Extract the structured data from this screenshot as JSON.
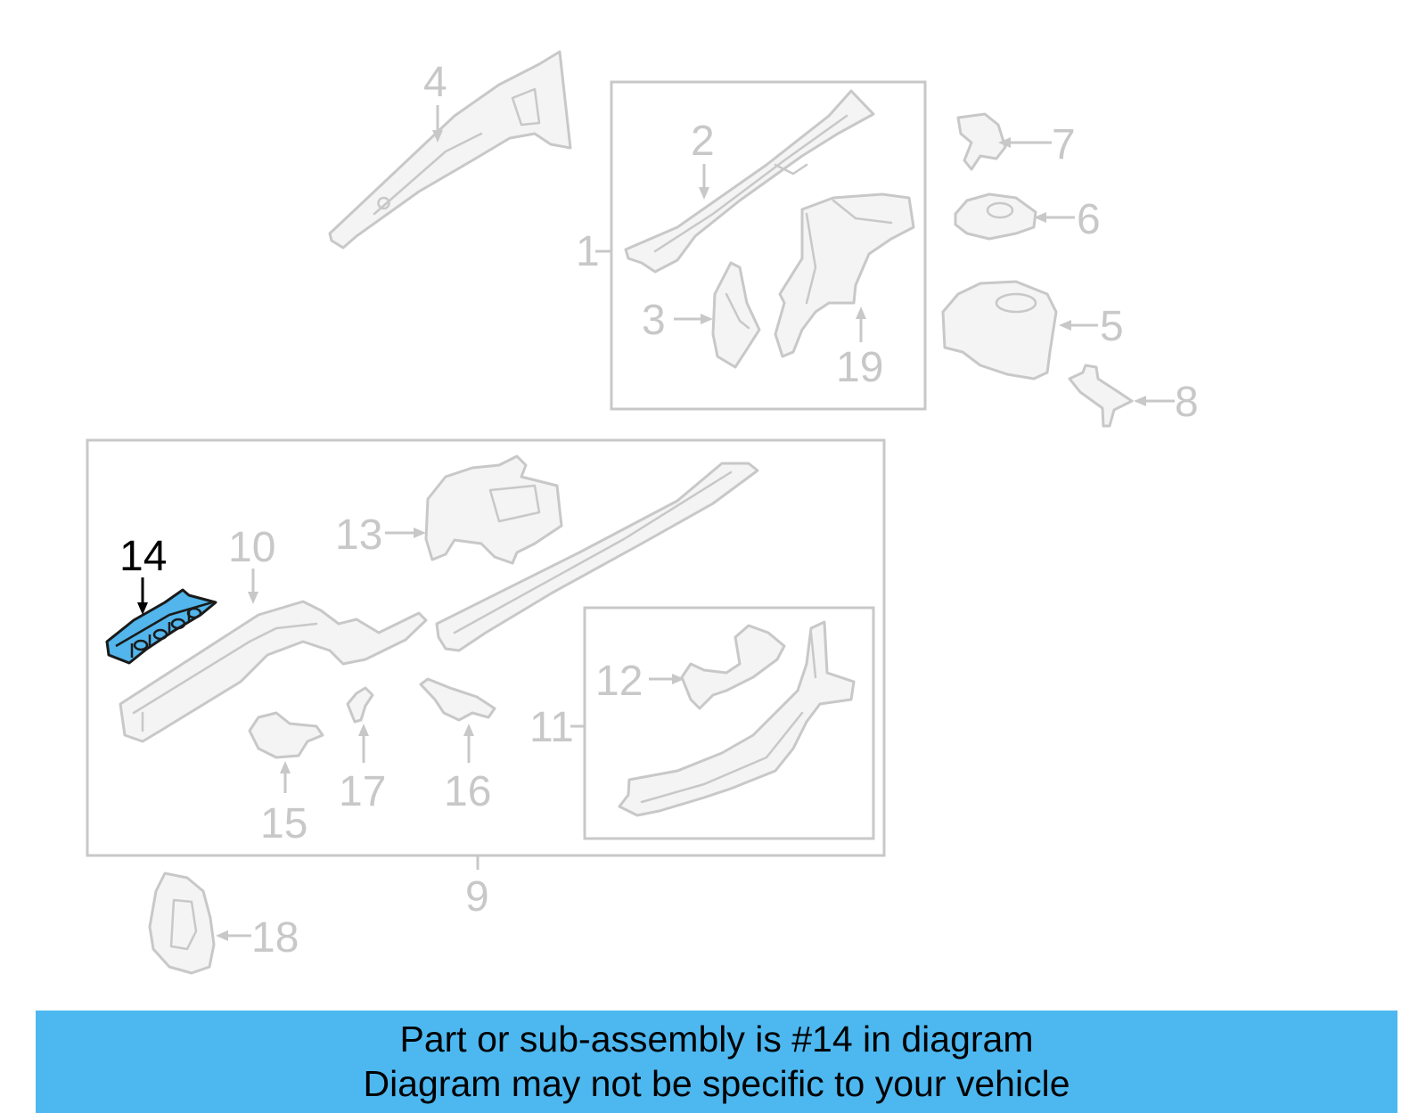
{
  "diagram": {
    "callouts": {
      "c1": "1",
      "c2": "2",
      "c3": "3",
      "c4": "4",
      "c5": "5",
      "c6": "6",
      "c7": "7",
      "c8": "8",
      "c9": "9",
      "c10": "10",
      "c11": "11",
      "c12": "12",
      "c13": "13",
      "c14": "14",
      "c15": "15",
      "c16": "16",
      "c17": "17",
      "c18": "18",
      "c19": "19"
    },
    "highlighted_part": "14",
    "colors": {
      "highlight": "#52b5ec",
      "lines": "#c8c8c8",
      "banner": "#4db8f0"
    }
  },
  "footer": {
    "line1": "Part or sub-assembly is #14 in diagram",
    "line2": "Diagram may not be specific to your vehicle"
  }
}
